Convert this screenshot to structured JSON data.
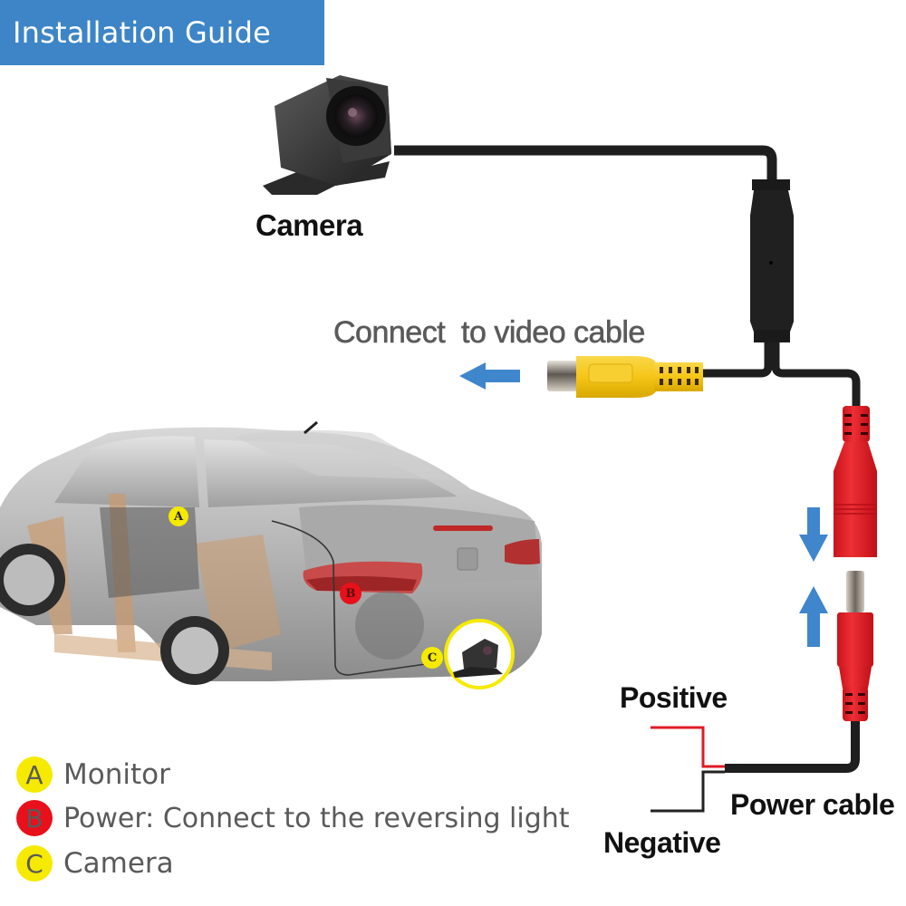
{
  "header": {
    "title": "Installation Guide",
    "color": "#3d85c6"
  },
  "labels": {
    "camera": "Camera",
    "video": "Connect  to video cable",
    "positive": "Positive",
    "negative": "Negative",
    "power_cable": "Power cable"
  },
  "badges": {
    "a": {
      "letter": "A",
      "color": "#f5ea00"
    },
    "b": {
      "letter": "B",
      "color": "#e8101a"
    },
    "c": {
      "letter": "C",
      "color": "#f5ea00"
    }
  },
  "legend": [
    {
      "letter": "A",
      "text": "Monitor",
      "color": "#f5ea00"
    },
    {
      "letter": "B",
      "text": "Power: Connect to the reversing light",
      "color": "#e8101a"
    },
    {
      "letter": "C",
      "text": "Camera",
      "color": "#f5ea00"
    }
  ],
  "colors": {
    "arrow": "#3f86cc",
    "rca_yellow": "#f5c518",
    "dc_red": "#e8232a",
    "cable": "#1e1e1e",
    "positive_wire": "#e01b24"
  }
}
